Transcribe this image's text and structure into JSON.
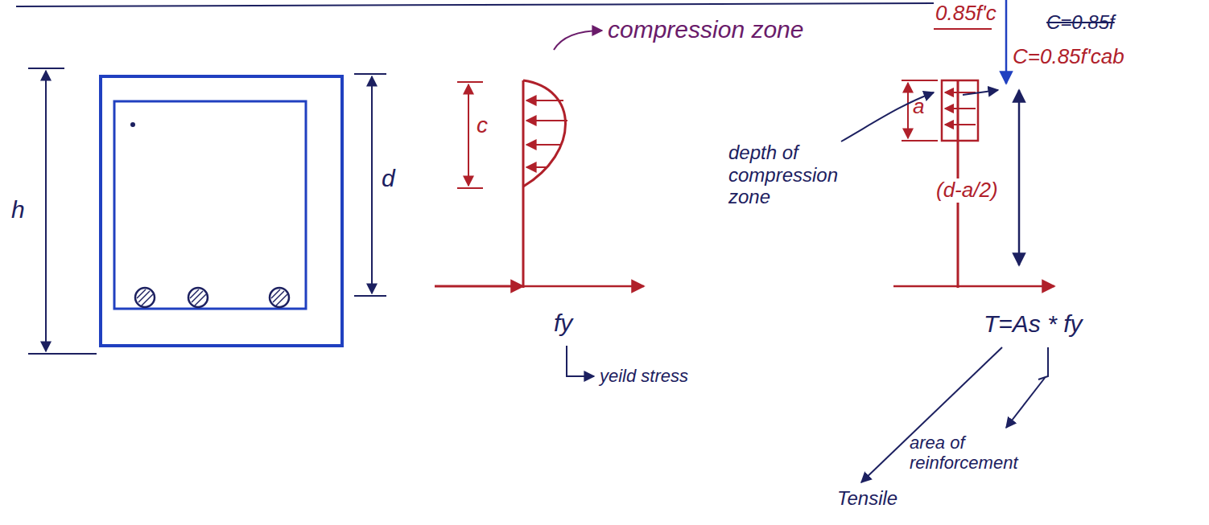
{
  "diagram": {
    "labels": [
      "compression zone",
      "0.85f'c",
      "C=0.85f",
      "C=0.85f'cab",
      "h",
      "d",
      "c",
      "a",
      "(d-a/2)",
      "depth of compression zone",
      "fy",
      "yeild stress",
      "T=As * fy",
      "area of reinforcement",
      "Tensile"
    ]
  }
}
